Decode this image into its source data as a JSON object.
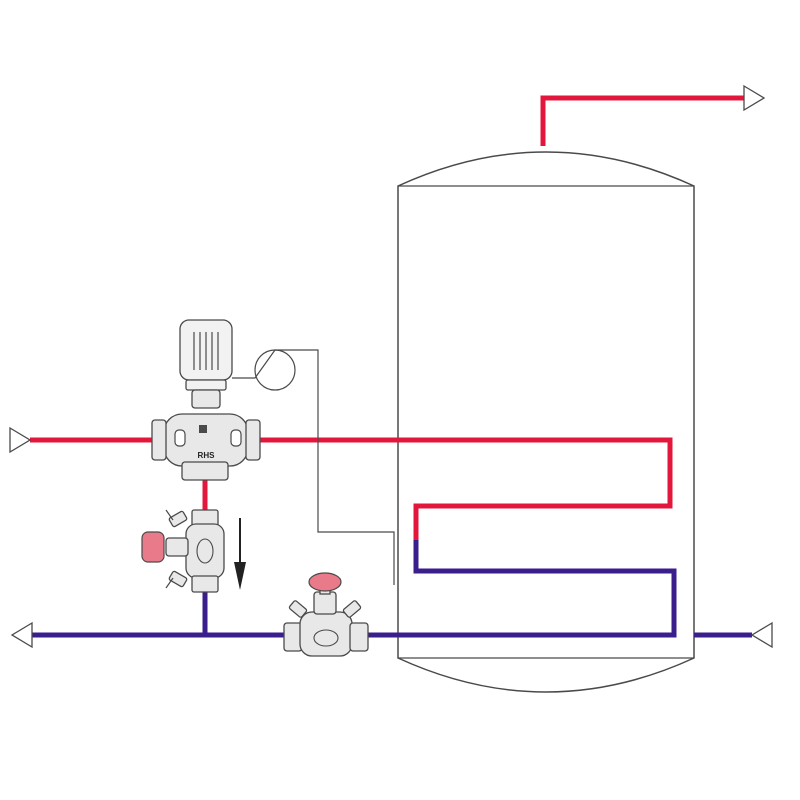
{
  "colors": {
    "supply": "#e3173c",
    "return": "#3a1e8c",
    "outline": "#4a4a4a",
    "valve_body": "#e8e8e8",
    "handwheel": "#e87a8a",
    "actuator": "#f2f2f2"
  },
  "labels": {
    "valve_marking": "RHS"
  },
  "icons": {
    "inlet_arrow": "open-triangle-arrow-right",
    "outlet_arrow": "open-triangle-arrow-left",
    "flow_direction": "arrow-down"
  }
}
